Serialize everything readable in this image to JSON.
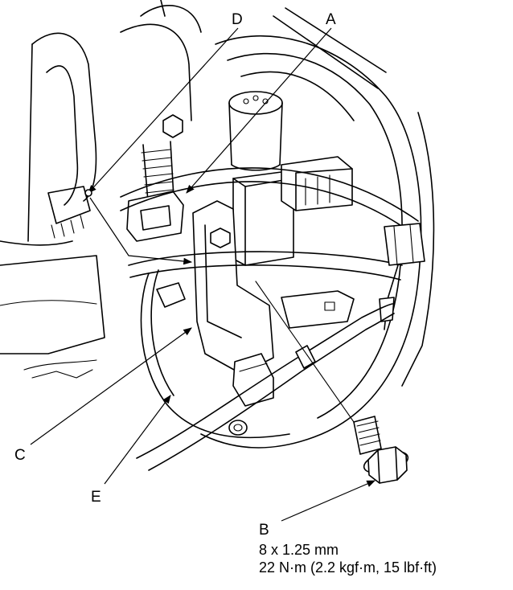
{
  "callouts": {
    "a": "A",
    "b": "B",
    "c": "C",
    "d": "D",
    "e": "E"
  },
  "bolt_spec": {
    "size": "8 x 1.25 mm",
    "torque": "22 N·m (2.2 kgf·m, 15 lbf·ft)"
  }
}
